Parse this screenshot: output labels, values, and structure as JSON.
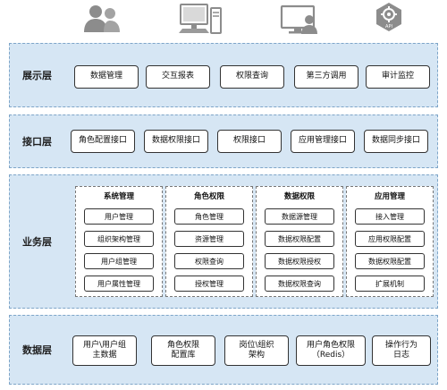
{
  "icons": [
    "users-icon",
    "computer-icon",
    "monitor-user-icon",
    "gear-badge-icon"
  ],
  "gear_badge_text": "API",
  "layers": {
    "presentation": {
      "label": "展示层",
      "items": [
        "数据管理",
        "交互报表",
        "权限查询",
        "第三方调用",
        "审计监控"
      ]
    },
    "interface": {
      "label": "接口层",
      "items": [
        "角色配置接口",
        "数据权限接口",
        "权限接口",
        "应用管理接口",
        "数据同步接口"
      ]
    },
    "business": {
      "label": "业务层",
      "groups": [
        {
          "title": "系统管理",
          "items": [
            "用户管理",
            "组织架构管理",
            "用户组管理",
            "用户属性管理"
          ]
        },
        {
          "title": "角色权限",
          "items": [
            "角色管理",
            "资源管理",
            "权限查询",
            "授权管理"
          ]
        },
        {
          "title": "数据权限",
          "items": [
            "数据源管理",
            "数据权限配置",
            "数据权限授权",
            "数据权限查询"
          ]
        },
        {
          "title": "应用管理",
          "items": [
            "接入管理",
            "应用权限配置",
            "数据权限配置",
            "扩展机制"
          ]
        }
      ]
    },
    "data": {
      "label": "数据层",
      "items": [
        "用户\\用户组\n主数据",
        "角色权限\n配置库",
        "岗位\\组织\n架构",
        "用户角色权限\n（Redis）",
        "操作行为\n日志"
      ]
    }
  },
  "colors": {
    "layer_bg": "#d6e6f4",
    "layer_border": "#7ea5c8",
    "icon_gray": "#8c8c8c"
  }
}
